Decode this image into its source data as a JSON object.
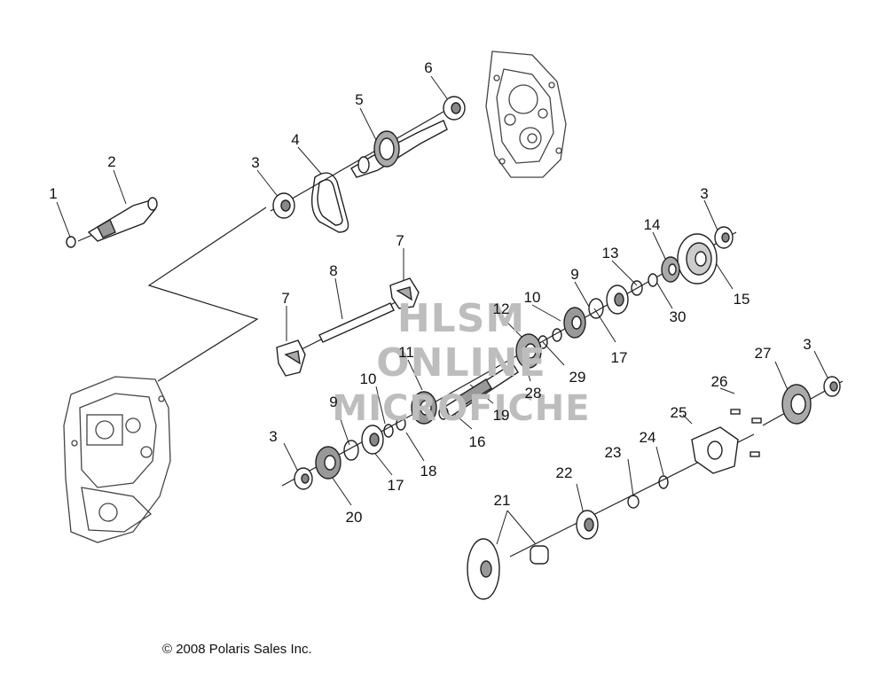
{
  "copyright": "© 2008 Polaris Sales Inc.",
  "watermark": {
    "line1": "HLSM",
    "line2": "ONLINE",
    "line3": "MICROFICHE"
  },
  "callouts": {
    "c1": "1",
    "c2": "2",
    "c3a": "3",
    "c4": "4",
    "c5": "5",
    "c6": "6",
    "c7a": "7",
    "c7b": "7",
    "c8": "8",
    "c3b": "3",
    "c14": "14",
    "c13": "13",
    "c9a": "9",
    "c10a": "10",
    "c12": "12",
    "c15": "15",
    "c30": "30",
    "c17a": "17",
    "c29": "29",
    "c11": "11",
    "c28": "28",
    "c19": "19",
    "c10b": "10",
    "c9b": "9",
    "c16": "16",
    "c3c": "3",
    "c18": "18",
    "c17b": "17",
    "c20": "20",
    "c27": "27",
    "c3d": "3",
    "c26": "26",
    "c25": "25",
    "c23": "23",
    "c24": "24",
    "c22": "22",
    "c21": "21"
  }
}
